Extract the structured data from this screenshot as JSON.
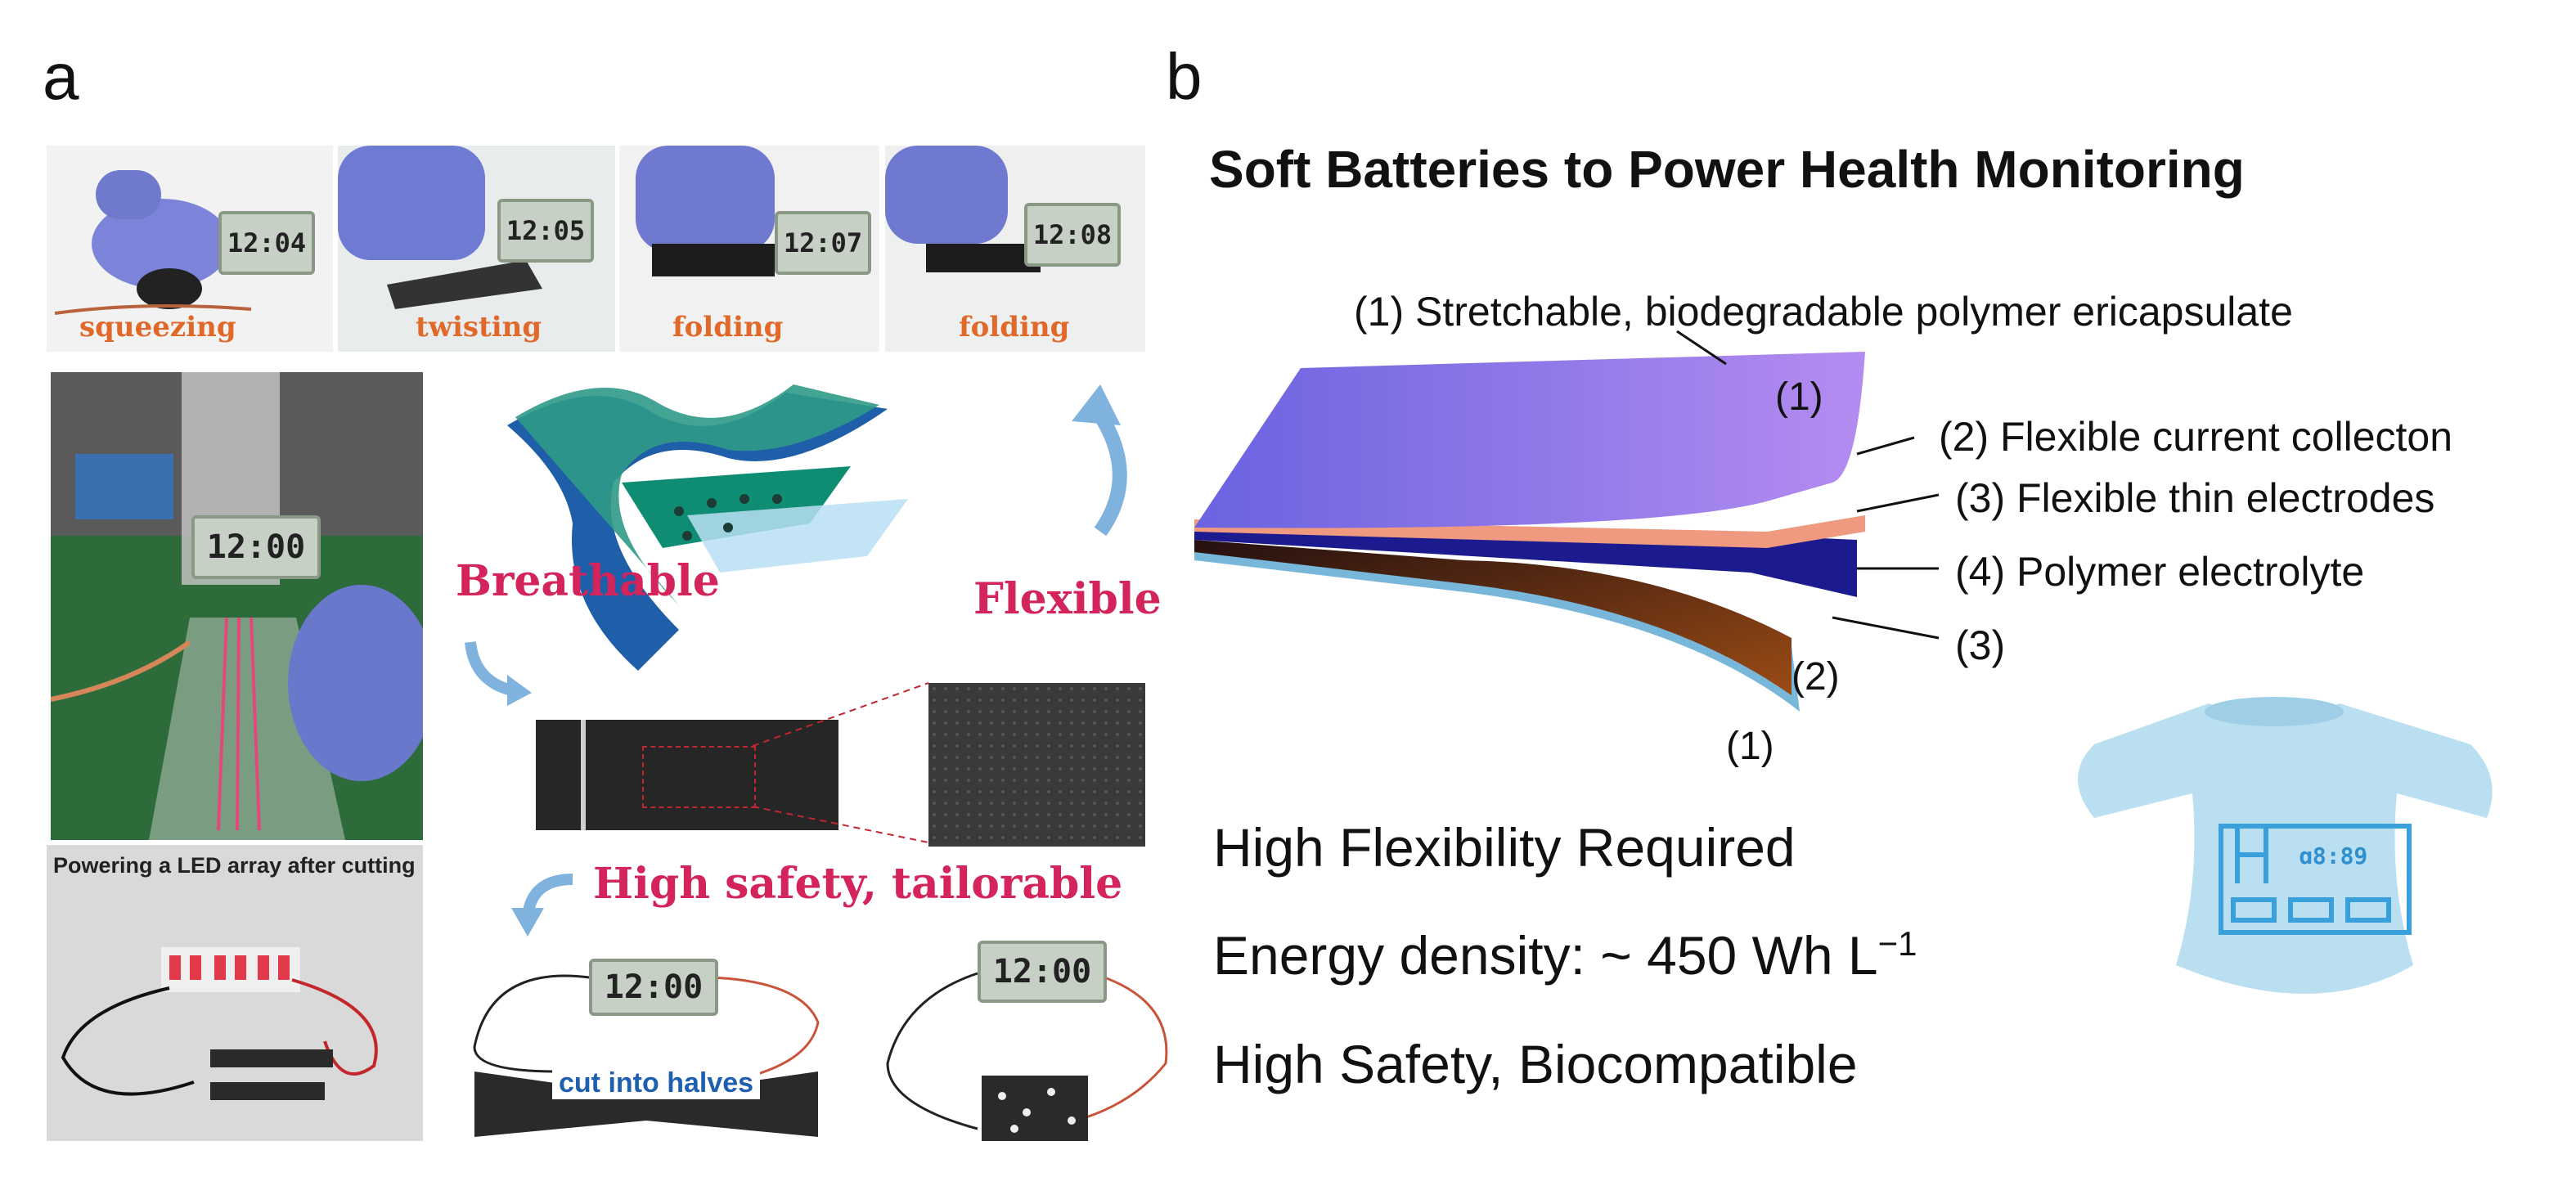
{
  "panel_a": {
    "letter": "a",
    "top_photos": [
      {
        "time": "12:04",
        "label": "squeezing"
      },
      {
        "time": "12:05",
        "label": "twisting"
      },
      {
        "time": "12:07",
        "label": "folding"
      },
      {
        "time": "12:08",
        "label": "folding"
      }
    ],
    "flask_clock": "12:00",
    "led_caption": "Powering a LED array after cutting",
    "features": {
      "breathable": "Breathable",
      "flexible": "Flexible",
      "safety": "High safety, tailorable"
    },
    "cut_clock_left": "12:00",
    "cut_caption": "cut into halves",
    "cut_clock_right": "12:00"
  },
  "panel_b": {
    "letter": "b",
    "title": "Soft Batteries to Power Health Monitoring",
    "labels": {
      "l1": "(1) Stretchable, biodegradable polymer ericapsulate",
      "l2": "(2) Flexible current collecton",
      "l3": "(3) Flexible thin electrodes",
      "l4": "(4) Polymer electrolyte",
      "l5": "(3)",
      "n1_top": "(1)",
      "n2": "(2)",
      "n1_bottom": "(1)"
    },
    "req1": "High Flexibility Required",
    "req2_prefix": "Energy density: ~ 450 Wh L",
    "req2_sup": "−1",
    "req3": "High Safety, Biocompatible",
    "shirt_screen": "ɑ8:89"
  }
}
